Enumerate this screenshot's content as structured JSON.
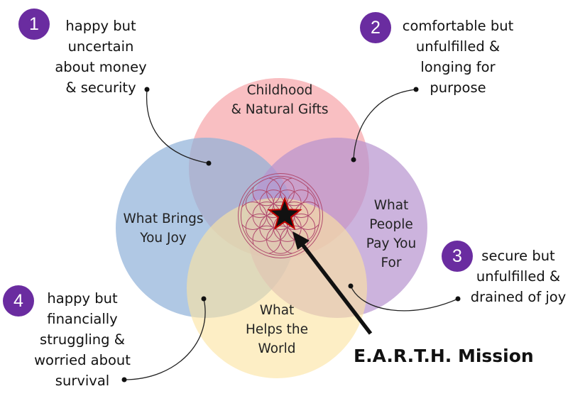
{
  "circles": {
    "top": {
      "lines": [
        "Childhood",
        "& Natural Gifts"
      ],
      "color": "#f7a9ae"
    },
    "left": {
      "lines": [
        "What Brings",
        "You Joy"
      ],
      "color": "#8fb0d8"
    },
    "right": {
      "lines": [
        "What",
        "People",
        "Pay You",
        "For"
      ],
      "color": "#b693cf"
    },
    "bottom": {
      "lines": [
        "What",
        "Helps the",
        "World"
      ],
      "color": "#fbe3a1"
    }
  },
  "notes": [
    {
      "number": "1",
      "lines": [
        "happy but",
        "uncertain",
        "about money",
        "& security"
      ]
    },
    {
      "number": "2",
      "lines": [
        "comfortable but",
        "unfulfilled &",
        "longing for",
        "purpose"
      ]
    },
    {
      "number": "3",
      "lines": [
        "secure but",
        "unfulfilled &",
        "drained of joy"
      ]
    },
    {
      "number": "4",
      "lines": [
        "happy but",
        "financially",
        "struggling &",
        "worried about",
        "survival"
      ]
    }
  ],
  "mission_label": "E.A.R.T.H. Mission",
  "colors": {
    "badge": "#6a2ca0",
    "star": "#111111",
    "star_outline": "#c00000",
    "pattern": "#b04a6e"
  },
  "icons": {
    "center": "flower-of-life-icon",
    "star": "star-icon"
  }
}
